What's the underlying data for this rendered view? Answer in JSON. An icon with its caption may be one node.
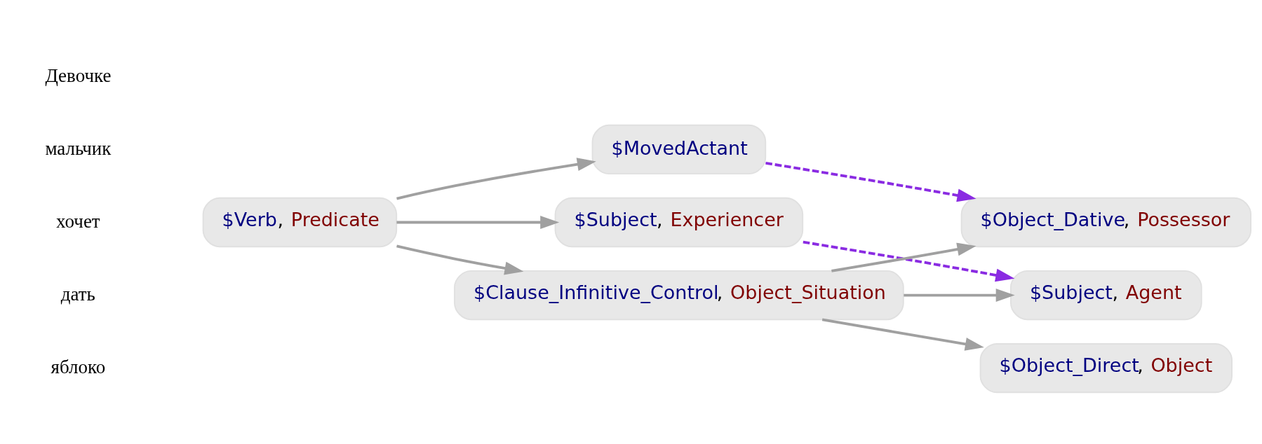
{
  "diagram": {
    "nodes": [
      {
        "text": [
          "$MovedActant"
        ]
      },
      {
        "text": [
          "$Subject, Experiencer"
        ]
      },
      {
        "text": [
          "$Verb, Predicate"
        ]
      },
      {
        "text": [
          "$Clause_Infinitive_Control, Object_Situation"
        ]
      },
      {
        "text": [
          "$Object_Direct, Object"
        ]
      },
      {
        "text": [
          "$Object_Dative, Possessor"
        ]
      },
      {
        "text": [
          "$Subject, Agent"
        ]
      }
    ],
    "edges": [
      {
        "from": 2,
        "to": 0,
        "arrow": "to"
      },
      {
        "from": 2,
        "to": 1,
        "arrow": "to"
      },
      {
        "from": 2,
        "to": 3,
        "arrow": "to"
      },
      {
        "from": 3,
        "to": 4,
        "arrow": "to"
      },
      {
        "from": 3,
        "to": 5,
        "arrow": "to"
      },
      {
        "from": 3,
        "to": 6,
        "arrow": "to"
      },
      {
        "from": 0,
        "to": 5,
        "arrow": "to",
        "style": "dashed",
        "color": "#8a2be2"
      },
      {
        "from": 1,
        "to": 6,
        "arrow": "to",
        "style": "dashed",
        "color": "#8a2be2"
      }
    ],
    "labels": [
      "Девочке",
      "мальчик",
      "хочет",
      "дать",
      "яблоко"
    ]
  }
}
